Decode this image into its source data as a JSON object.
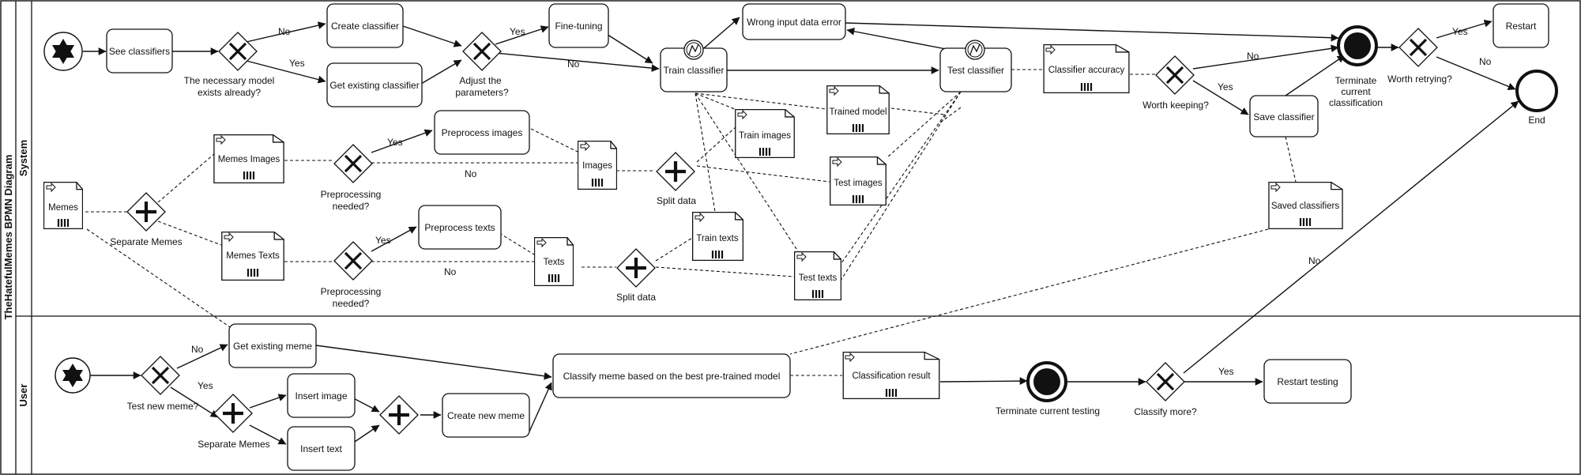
{
  "pool": {
    "title": "TheHatefulMemes BPMN Diagram"
  },
  "lanes": {
    "system": "System",
    "user": "User"
  },
  "tasks": {
    "see_classifiers": "See classifiers",
    "create_classifier": "Create classifier",
    "get_existing_classifier": "Get existing classifier",
    "fine_tuning": "Fine-tuning",
    "wrong_input": "Wrong input data error",
    "train_classifier": "Train classifier",
    "test_classifier": "Test classifier",
    "restart": "Restart",
    "save_classifier": "Save classifier",
    "preprocess_images": "Preprocess images",
    "preprocess_texts": "Preprocess texts",
    "get_existing_meme": "Get existing meme",
    "classify_meme": "Classify meme based on the best pre-trained model",
    "insert_image": "Insert image",
    "insert_text": "Insert text",
    "create_new_meme": "Create new meme",
    "restart_testing": "Restart testing"
  },
  "data_objects": {
    "memes": "Memes",
    "memes_images": "Memes Images",
    "memes_texts": "Memes Texts",
    "images": "Images",
    "texts": "Texts",
    "train_images": "Train images",
    "test_images": "Test images",
    "train_texts": "Train texts",
    "test_texts": "Test texts",
    "trained_model": "Trained model",
    "classifier_accuracy": "Classifier accuracy",
    "saved_classifiers": "Saved classifiers",
    "classification_result": "Classification result"
  },
  "gateways": {
    "model_exists_1": "The necessary model",
    "model_exists_2": "exists already?",
    "adjust_1": "Adjust the",
    "adjust_2": "parameters?",
    "separate_memes": "Separate Memes",
    "preproc_1": "Preprocessing",
    "preproc_2": "needed?",
    "split_data": "Split data",
    "worth_keeping": "Worth keeping?",
    "worth_retrying": "Worth retrying?",
    "test_new_meme": "Test new meme?",
    "classify_more": "Classify more?"
  },
  "events": {
    "terminate_class_1": "Terminate",
    "terminate_class_2": "current",
    "terminate_class_3": "classification",
    "end": "End",
    "terminate_testing": "Terminate current testing"
  },
  "flow_labels": {
    "yes": "Yes",
    "no": "No"
  }
}
